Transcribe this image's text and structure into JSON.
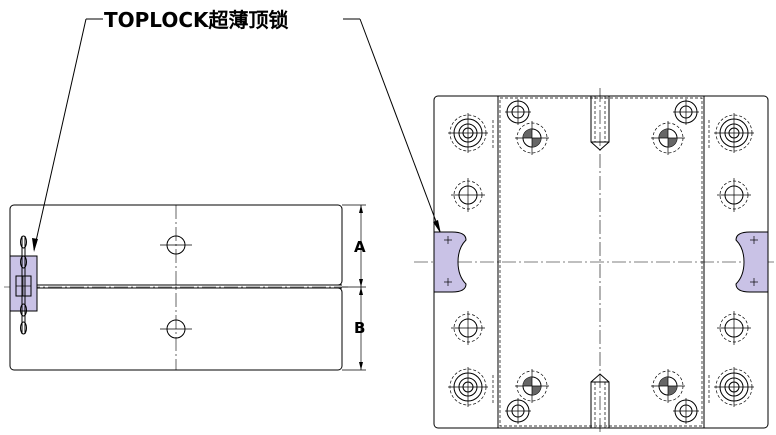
{
  "callout": {
    "label": "TOPLOCK超薄顶锁"
  },
  "side_view": {
    "dimension_labels": [
      "A",
      "B"
    ]
  },
  "colors": {
    "lock_fill": "#c9c2e6",
    "line": "#000000",
    "background": "#ffffff"
  }
}
